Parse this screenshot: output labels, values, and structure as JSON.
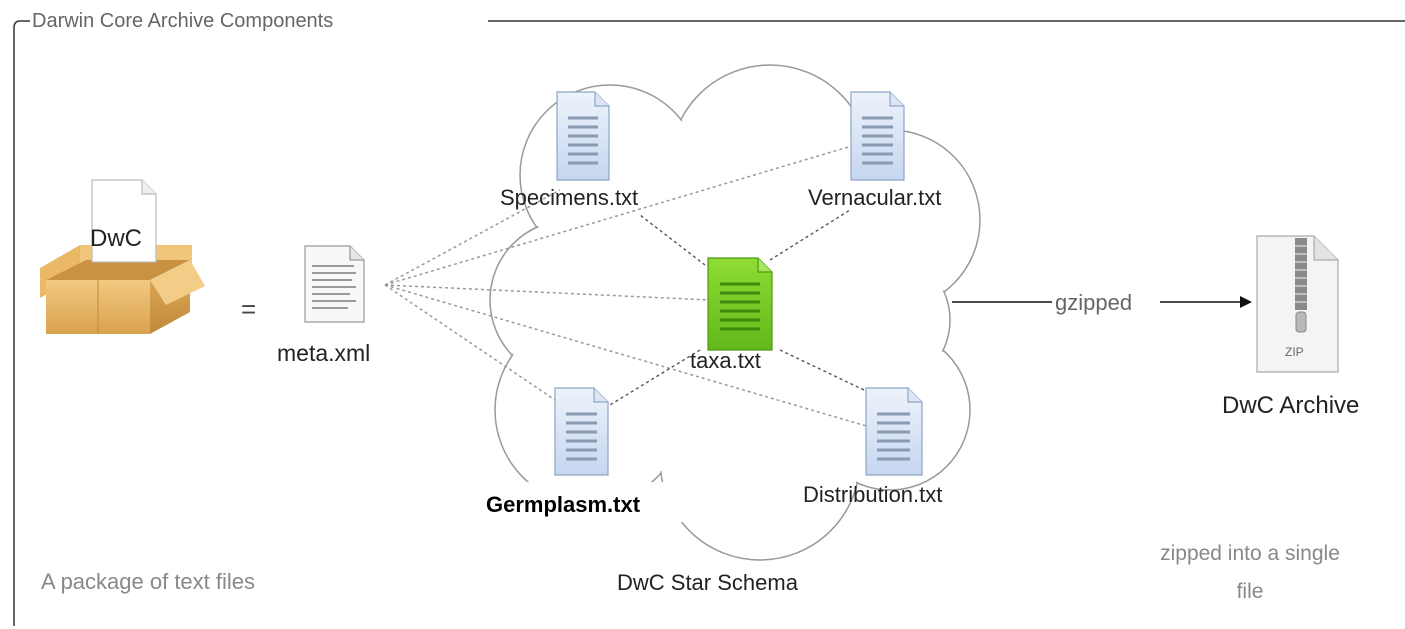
{
  "frame": {
    "title": "Darwin Core Archive Components"
  },
  "package": {
    "box_label": "DwC",
    "caption": "A package of text files",
    "equals": "="
  },
  "meta": {
    "label": "meta.xml"
  },
  "schema": {
    "caption": "DwC Star Schema",
    "core": {
      "label": "taxa.txt",
      "color": "#73c522"
    },
    "extensions": {
      "specimens": "Specimens.txt",
      "vernacular": "Vernacular.txt",
      "germplasm": "Germplasm.txt",
      "distribution": "Distribution.txt"
    }
  },
  "arrow": {
    "label": "gzipped"
  },
  "archive": {
    "label": "DwC Archive",
    "zip_label": "ZIP",
    "caption_line1": "zipped into a single",
    "caption_line2": "file"
  }
}
